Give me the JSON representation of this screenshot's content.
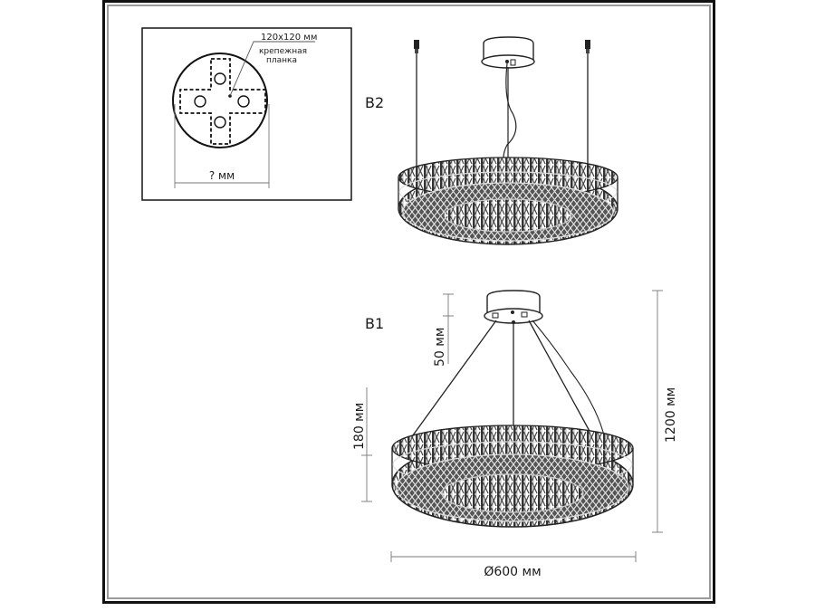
{
  "diagram": {
    "type": "technical-drawing",
    "subject": "crystal ring pendant chandelier",
    "mount_plate": {
      "size_label": "120x120 мм",
      "plate_label_line1": "крепежная",
      "plate_label_line2": "планка",
      "diameter_label": "? мм"
    },
    "variant_b2": {
      "label": "B2",
      "mounting": "two suspension cables + central power cord"
    },
    "variant_b1": {
      "label": "B1",
      "mounting": "three angled suspension cables + power cord",
      "dimensions": {
        "canopy_height": "50 мм",
        "ring_height": "180 мм",
        "total_height": "1200 мм",
        "diameter": "Ø600 мм"
      }
    }
  },
  "colors": {
    "line": "#1a1a1a",
    "dimension_line": "#777777",
    "frame_outer": "#111111",
    "frame_inner": "#9a9a9a",
    "background": "#ffffff"
  }
}
